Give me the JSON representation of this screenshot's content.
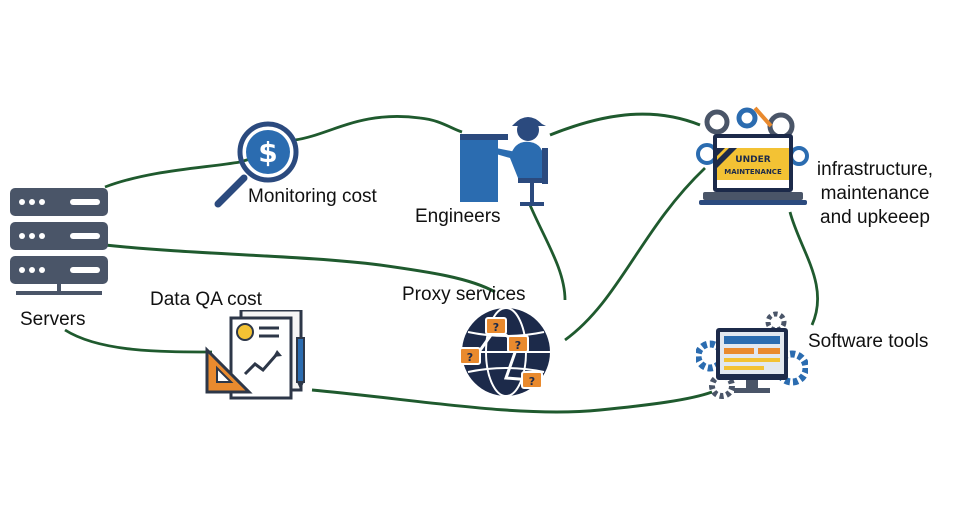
{
  "diagram": {
    "nodes": [
      {
        "id": "servers",
        "label": "Servers",
        "icon": "server-rack-icon"
      },
      {
        "id": "monitoring",
        "label": "Monitoring cost",
        "icon": "magnifier-dollar-icon"
      },
      {
        "id": "engineers",
        "label": "Engineers",
        "icon": "engineer-at-desk-icon"
      },
      {
        "id": "infrastructure",
        "label_lines": [
          "infrastructure,",
          "maintenance",
          "and upkeeep"
        ],
        "icon": "under-maintenance-laptop-icon",
        "badge_lines": [
          "UNDER",
          "MAINTENANCE"
        ]
      },
      {
        "id": "dataqa",
        "label": "Data QA cost",
        "icon": "documents-chart-icon"
      },
      {
        "id": "proxy",
        "label": "Proxy services",
        "icon": "globe-network-icon",
        "badge": "?"
      },
      {
        "id": "software",
        "label": "Software tools",
        "icon": "monitor-gears-icon"
      }
    ],
    "colors": {
      "connector": "#1f5a2e",
      "navy": "#1c2a4a",
      "blue": "#2b6cb0",
      "orange": "#e98a2e",
      "yellow": "#f3c234",
      "slate": "#4a5568"
    }
  }
}
